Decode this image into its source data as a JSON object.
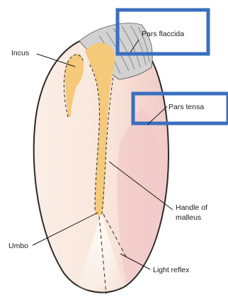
{
  "diagram": {
    "labels": {
      "incus": "Incus",
      "pars_flaccida": "Pars flaccida",
      "pars_tensa": "Pars tensa",
      "handle_of_malleus_line1": "Handle of",
      "handle_of_malleus_line2": "malleus",
      "umbo": "Umbo",
      "light_reflex": "Light reflex"
    },
    "colors": {
      "outline": "#2a2a2a",
      "membrane_base": "#f8e7dc",
      "pars_tensa_tint": "#f2c4c4",
      "malleus": "#f4c97a",
      "attic_gray": "#cfcfcf",
      "highlight_box": "#3a6fbf"
    }
  }
}
